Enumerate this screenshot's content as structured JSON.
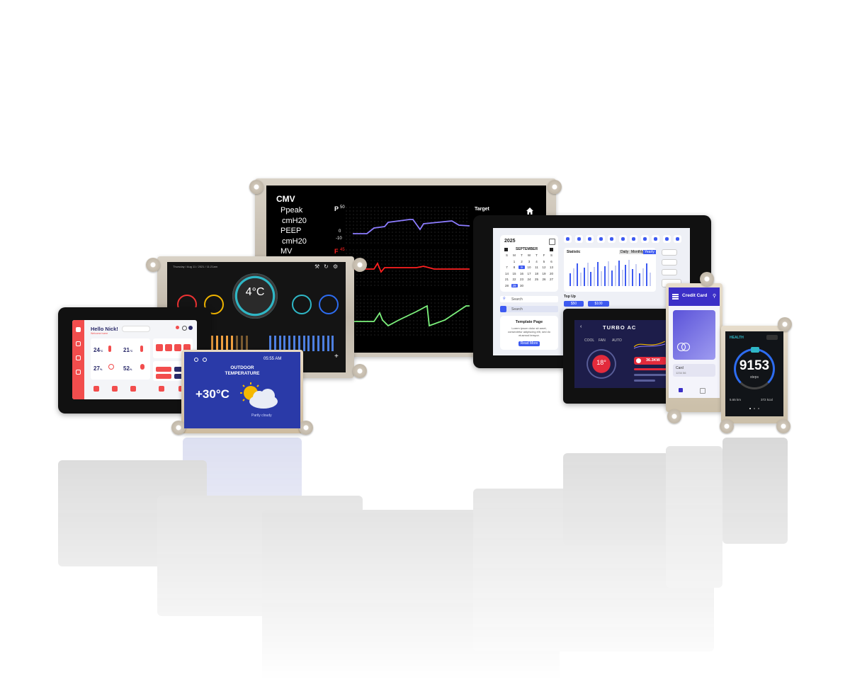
{
  "cmv": {
    "mode": "CMV",
    "labels": [
      "Ppeak",
      "cmH20",
      "PEEP",
      "cmH20",
      "MV"
    ],
    "p_label": "P",
    "p_max": "50",
    "p_zero": "0",
    "p_min": "-10",
    "f_label": "F",
    "f_value": "45",
    "target": "Target",
    "colors": {
      "pressure": "#8c7cff",
      "flow": "#ff2020",
      "volume": "#7cf27c"
    }
  },
  "thermostat": {
    "status_bar": "Thursday / Aug 11 / 2021 / 11:21am",
    "temp": "4°C",
    "accent": "#2fb7c6"
  },
  "dashboard": {
    "greeting": "Hello Nick!",
    "subtitle": "Welcome home",
    "search": "",
    "tiles": [
      {
        "value": "24",
        "unit": "°C"
      },
      {
        "value": "21",
        "unit": "°C"
      },
      {
        "value": "27",
        "unit": "%"
      },
      {
        "value": "52",
        "unit": "%"
      }
    ],
    "accent": "#f24d4d"
  },
  "weather": {
    "time": "05:55 AM",
    "title_line1": "OUTDOOR",
    "title_line2": "TEMPERATURE",
    "temp": "+30°C",
    "condition": "Partly cloudy",
    "bg": "#2a3aa8"
  },
  "calendar": {
    "year": "2025",
    "month": "SEPTEMBER",
    "weekdays": [
      "S",
      "M",
      "T",
      "W",
      "T",
      "F",
      "S"
    ],
    "days": [
      [
        "",
        "1",
        "2",
        "3",
        "4",
        "5",
        "6"
      ],
      [
        "7",
        "8",
        "9",
        "10",
        "11",
        "12",
        "13"
      ],
      [
        "14",
        "15",
        "16",
        "17",
        "18",
        "19",
        "20"
      ],
      [
        "21",
        "22",
        "23",
        "24",
        "25",
        "26",
        "27"
      ],
      [
        "28",
        "29",
        "30",
        "",
        "",
        "",
        ""
      ]
    ],
    "statistic": "Statistic",
    "stat_tabs": [
      "Daily",
      "Monthly",
      "Yearly"
    ],
    "search_1": "Search",
    "search_2": "Search",
    "top_up": "Top Up",
    "top_up_values": [
      "$50",
      "$100"
    ],
    "template_title": "Template Page",
    "template_body": "Lorem ipsum dolor sit amet, consectetur adipiscing elit, sed do eiusmod tempor.",
    "read_more": "Read More",
    "accent": "#3d5af1"
  },
  "turbo_ac": {
    "title": "TURBO AC",
    "temp": "18°",
    "reading": "36.3KW",
    "modes": [
      "COOL",
      "FAN",
      "AUTO"
    ]
  },
  "credit_card": {
    "title": "Credit Card",
    "card_label": "Card",
    "card_number": "1234 56",
    "bg": "#3b2fc7"
  },
  "health": {
    "title": "HEALTH",
    "steps": "9153",
    "steps_label": "steps",
    "distance": "5.65 km",
    "kcal": "372 kcal"
  }
}
